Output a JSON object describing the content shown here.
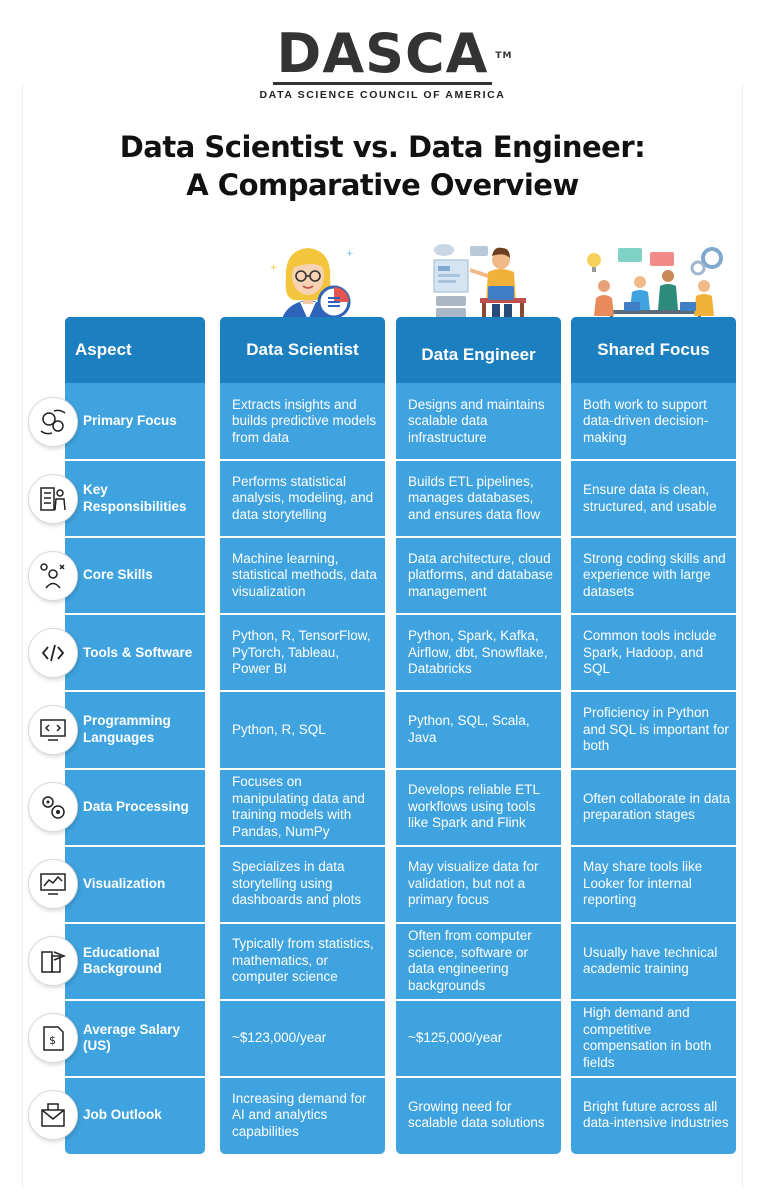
{
  "logo": {
    "name": "DASCA",
    "trademark": "TM",
    "subtitle": "DATA SCIENCE COUNCIL OF AMERICA"
  },
  "title": {
    "line1": "Data Scientist vs. Data Engineer:",
    "line2": "A Comparative Overview"
  },
  "colors": {
    "column": "#3fa3df",
    "header": "#1b7fc0",
    "text": "#ffffff"
  },
  "table": {
    "headers": [
      "Aspect",
      "Data Scientist",
      "Data Engineer",
      "Shared Focus"
    ],
    "rows": [
      {
        "icon": "brain-gears-icon",
        "aspect": "Primary Focus",
        "scientist": "Extracts insights and builds predictive models from data",
        "engineer": "Designs and maintains scalable data infrastructure",
        "shared": "Both work to support data-driven decision-making"
      },
      {
        "icon": "checklist-person-icon",
        "aspect": "Key Responsibilities",
        "scientist": "Performs statistical analysis, modeling, and data storytelling",
        "engineer": "Builds ETL pipelines, manages databases, and ensures data flow",
        "shared": "Ensure data is clean, structured, and usable"
      },
      {
        "icon": "skills-person-icon",
        "aspect": "Core Skills",
        "scientist": "Machine learning, statistical methods, data visualization",
        "engineer": "Data architecture, cloud platforms, and database management",
        "shared": "Strong coding skills and experience with large datasets"
      },
      {
        "icon": "code-wrench-icon",
        "aspect": "Tools & Software",
        "scientist": "Python, R, TensorFlow, PyTorch, Tableau, Power BI",
        "engineer": "Python, Spark, Kafka, Airflow, dbt, Snowflake, Databricks",
        "shared": "Common tools include Spark, Hadoop, and SQL"
      },
      {
        "icon": "code-monitor-icon",
        "aspect": "Programming Languages",
        "scientist": "Python, R, SQL",
        "engineer": "Python, SQL, Scala, Java",
        "shared": "Proficiency in Python and SQL is important for both"
      },
      {
        "icon": "gears-process-icon",
        "aspect": "Data Processing",
        "scientist": "Focuses on manipulating data and training models with Pandas, NumPy",
        "engineer": "Develops reliable ETL workflows using tools like Spark and Flink",
        "shared": "Often collaborate in data preparation stages"
      },
      {
        "icon": "chart-monitor-icon",
        "aspect": "Visualization",
        "scientist": "Specializes in data storytelling using dashboards and plots",
        "engineer": "May visualize data for validation, but not a primary focus",
        "shared": "May share tools like Looker for internal reporting"
      },
      {
        "icon": "books-graduation-icon",
        "aspect": "Educational Background",
        "scientist": "Typically from statistics, mathematics, or computer science",
        "engineer": "Often from computer science, software or data engineering backgrounds",
        "shared": "Usually have technical academic training"
      },
      {
        "icon": "salary-document-icon",
        "aspect": "Average Salary (US)",
        "scientist": "~$123,000/year",
        "engineer": "~$125,000/year",
        "shared": "High demand and competitive compensation in both fields"
      },
      {
        "icon": "envelope-outlook-icon",
        "aspect": "Job Outlook",
        "scientist": "Increasing demand for AI and analytics capabilities",
        "engineer": "Growing need for scalable data solutions",
        "shared": "Bright future across all data-intensive industries"
      }
    ]
  }
}
